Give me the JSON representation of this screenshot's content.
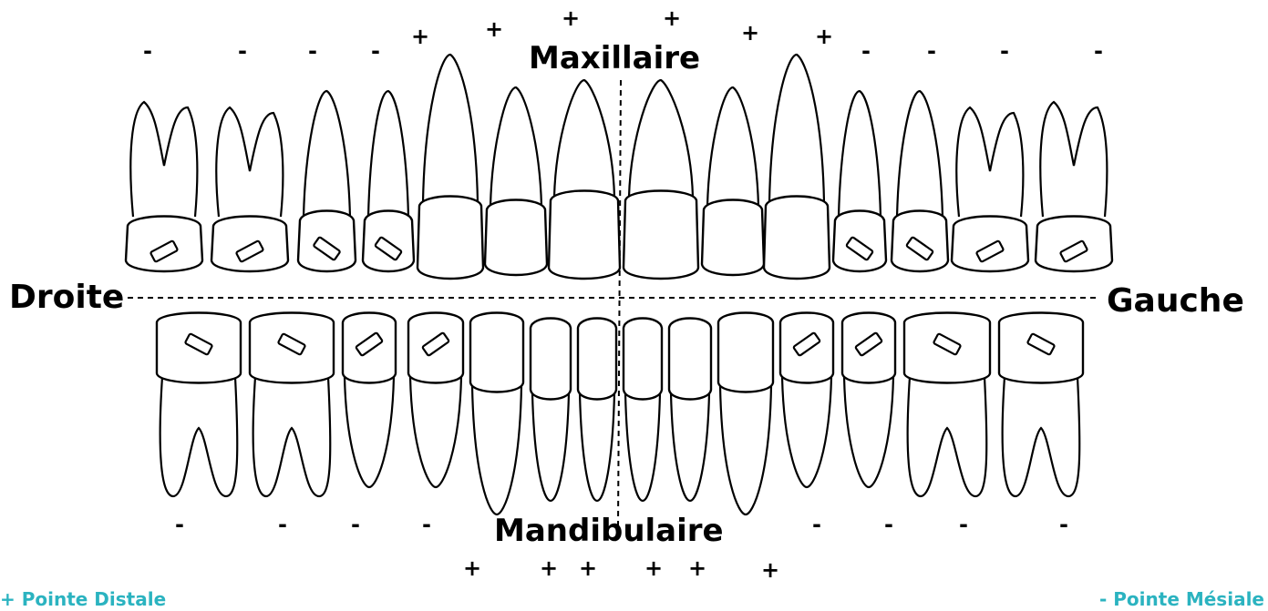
{
  "labels": {
    "maxillaire": "Maxillaire",
    "mandibulaire": "Mandibulaire",
    "droite": "Droite",
    "gauche": "Gauche"
  },
  "legend": {
    "distal": "+ Pointe Distale",
    "mesial": "- Pointe Mésiale",
    "color": "#2bb3c0"
  },
  "upper_signs": [
    "-",
    "-",
    "-",
    "-",
    "+",
    "+",
    "+",
    "+",
    "+",
    "+",
    "-",
    "-",
    "-",
    "-"
  ],
  "lower_signs": [
    "-",
    "-",
    "-",
    "-",
    "+",
    "+",
    "+",
    "+",
    "+",
    "+",
    "-",
    "-",
    "-",
    "-"
  ],
  "colors": {
    "ink": "#000000",
    "tooth_fill": "#ffffff"
  }
}
